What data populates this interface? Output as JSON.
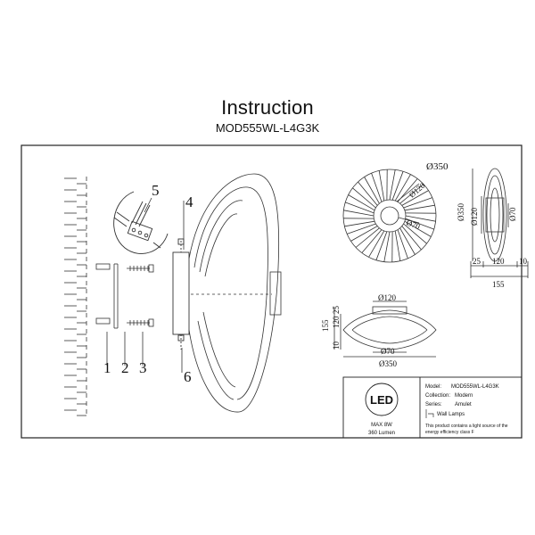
{
  "header": {
    "title": "Instruction",
    "model_code": "MOD555WL-L4G3K"
  },
  "callouts": [
    "1",
    "2",
    "3",
    "4",
    "5",
    "6"
  ],
  "dimensions": {
    "front": {
      "outer": "Ø350",
      "inner": "Ø120",
      "center": "Ø70"
    },
    "side": {
      "height1": "Ø350",
      "height2": "Ø120",
      "height3": "Ø70",
      "w1": "25",
      "w2": "120",
      "w3": "10",
      "total": "155"
    },
    "bottom": {
      "top": "Ø120",
      "h1": "155",
      "h2": "120",
      "h3": "25",
      "h4": "10",
      "d1": "Ø70",
      "d2": "Ø350"
    }
  },
  "info_box": {
    "logo": "LED",
    "max_power": "MAX 8W",
    "lumen": "360 Lumen",
    "model_label": "Model:",
    "model_value": "MOD555WL-L4G3K",
    "collection_label": "Collection:",
    "collection_value": "Modern",
    "series_label": "Series:",
    "series_value": "Amulet",
    "type_value": "Wall Lamps",
    "energy_note_1": "This product contains a light source of the",
    "energy_note_2": "energy efficiency class F"
  }
}
